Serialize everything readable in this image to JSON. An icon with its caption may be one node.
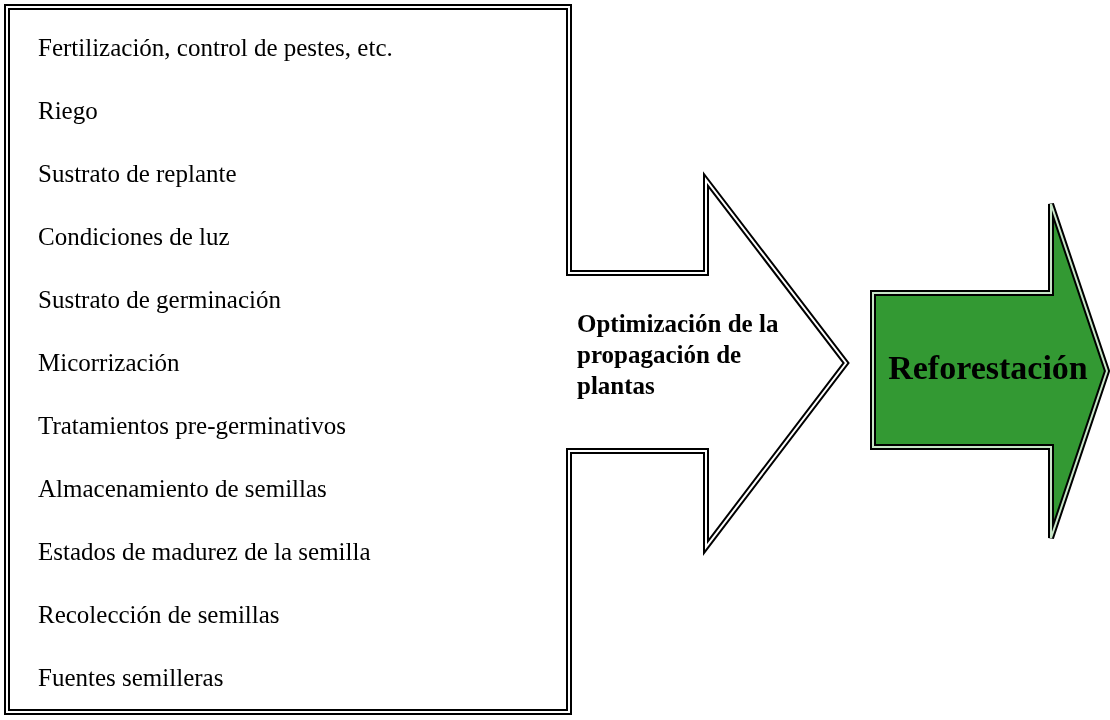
{
  "diagram": {
    "nodes": [
      {
        "text": [
          "Fertilización, control de pestes, etc.",
          "Riego",
          "Sustrato de replante",
          "Condiciones de luz",
          "Sustrato de germinación",
          "Micorrización",
          "Tratamientos pre-germinativos",
          "Almacenamiento de semillas",
          "Estados de madurez de la semilla",
          "Recolección de semillas",
          "Fuentes semilleras",
          "Optimización de la propagación de plantas"
        ]
      },
      {
        "text": [
          "Reforestación"
        ]
      }
    ]
  }
}
